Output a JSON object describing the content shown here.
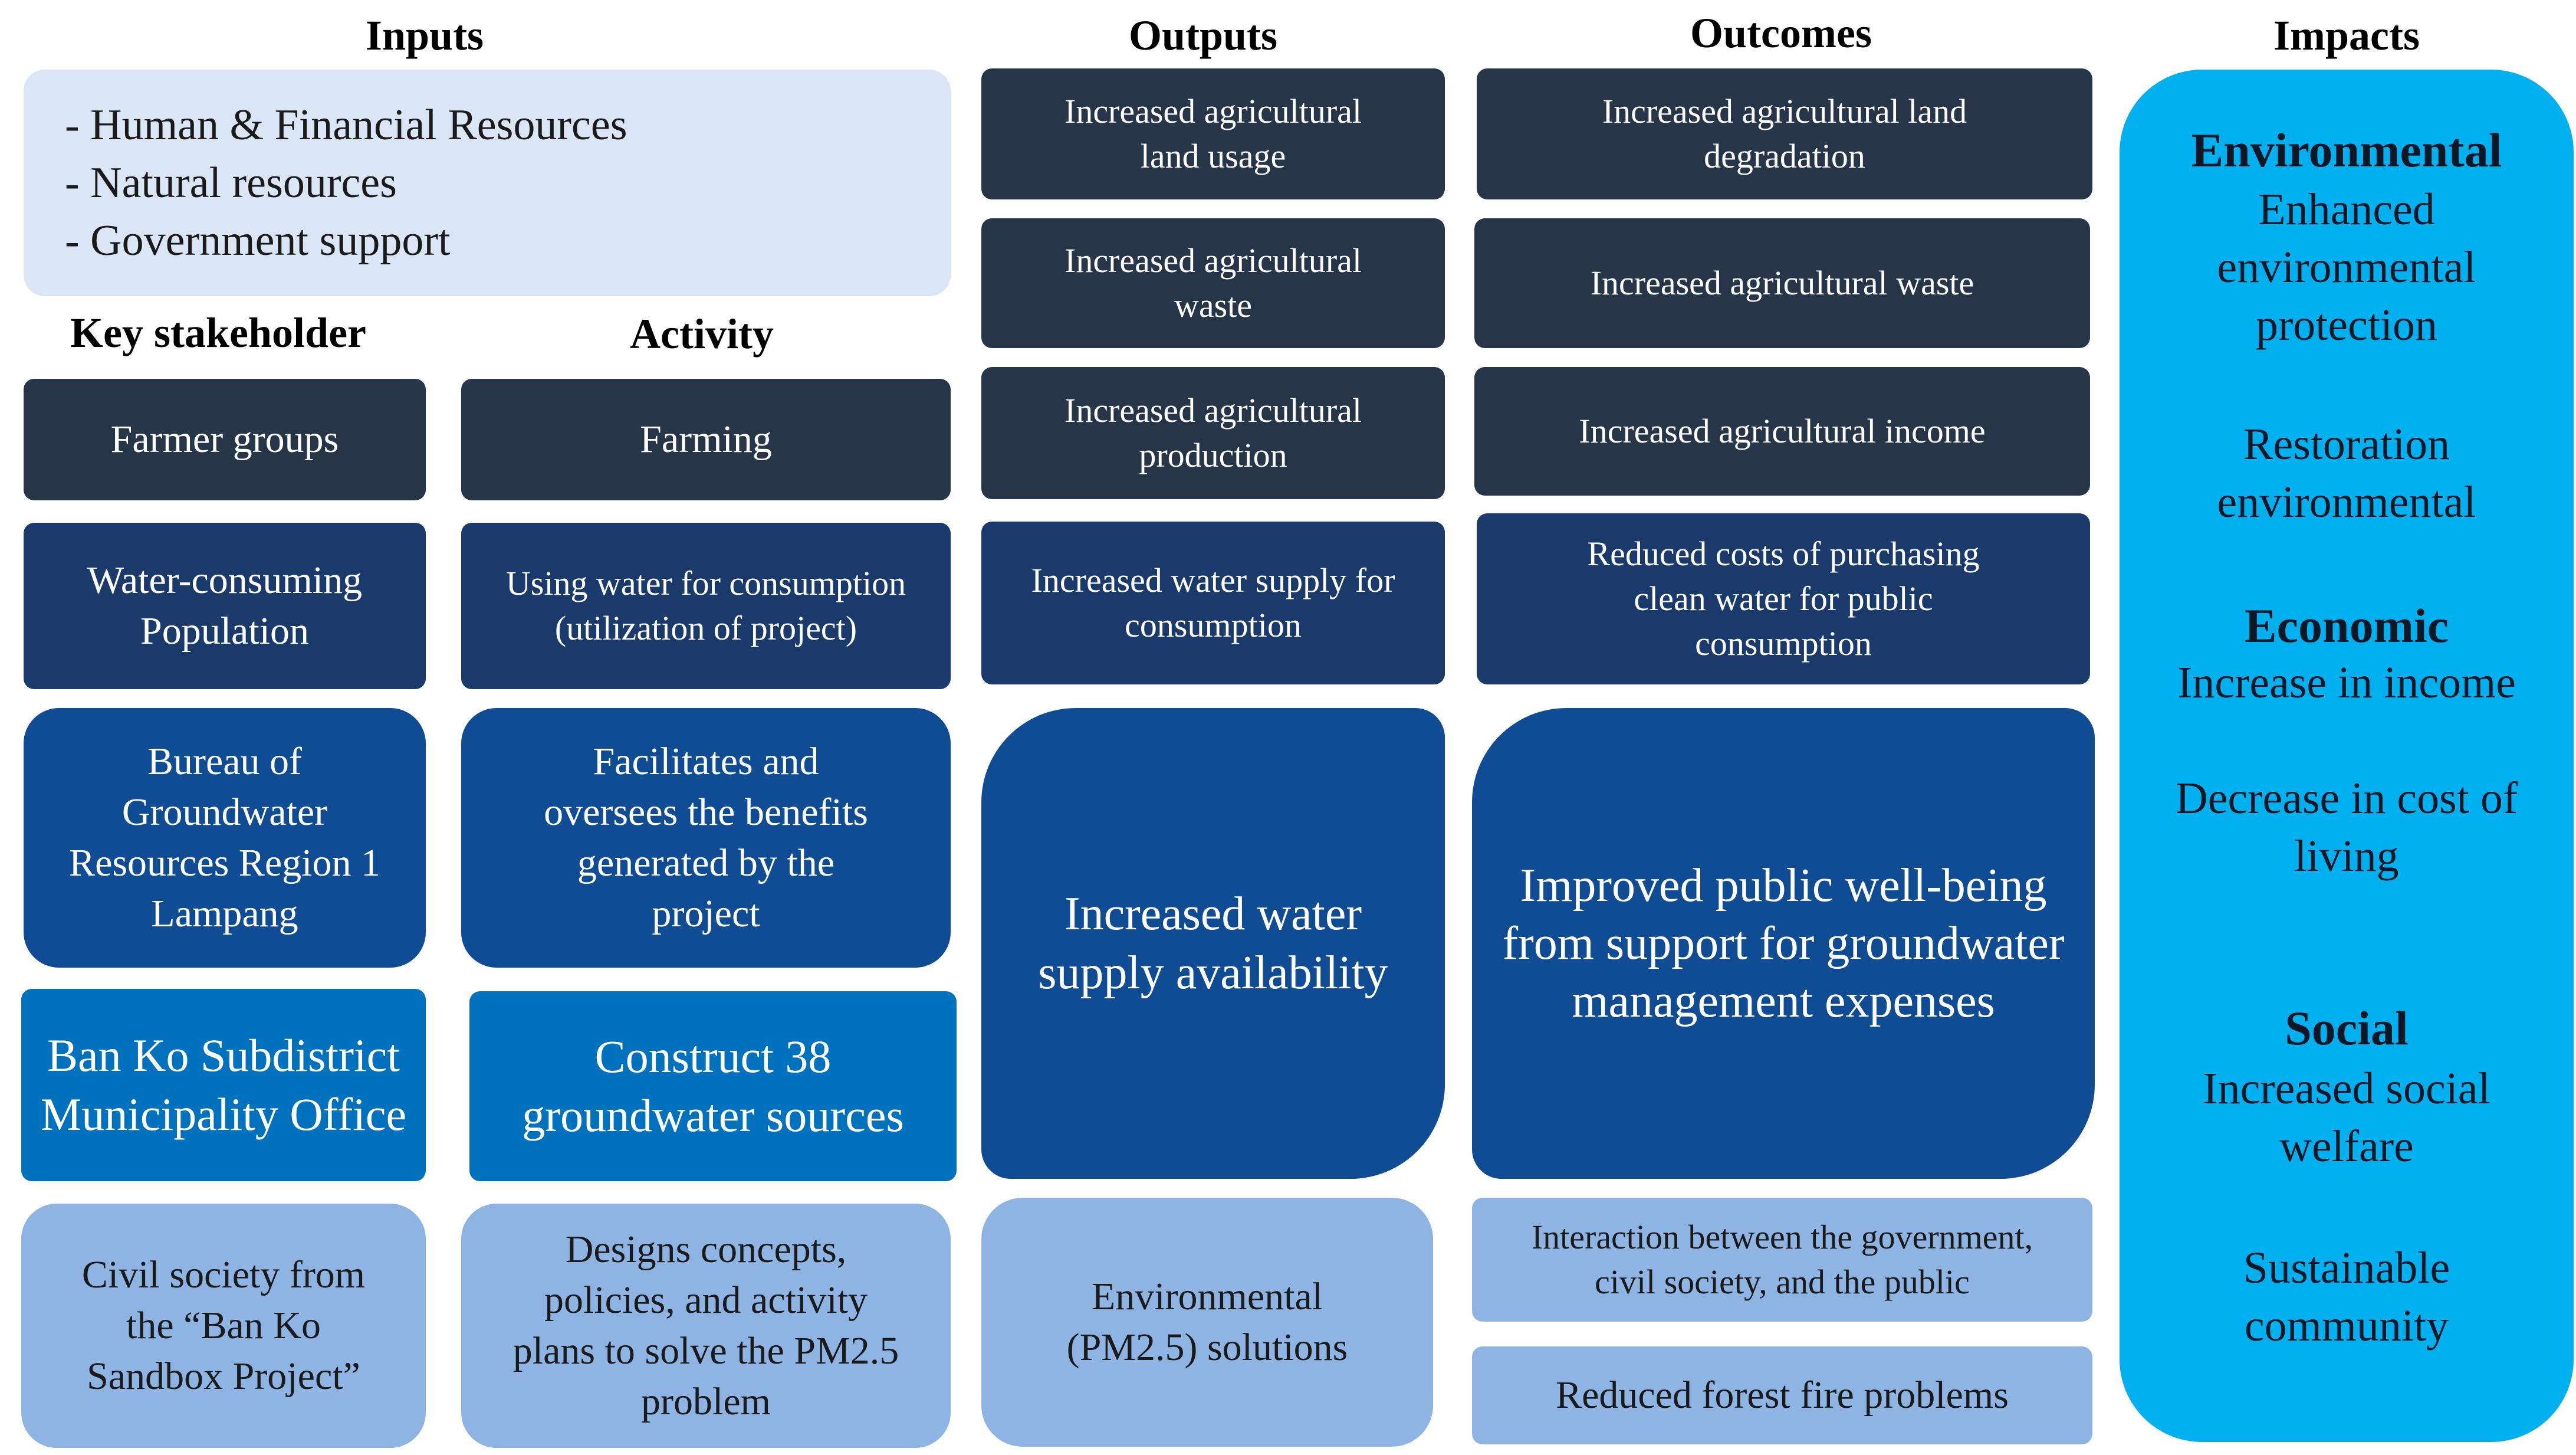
{
  "headers": {
    "inputs": "Inputs",
    "outputs": "Outputs",
    "outcomes": "Outcomes",
    "impacts": "Impacts",
    "key_stakeholder": "Key stakeholder",
    "activity": "Activity"
  },
  "inputs": {
    "items": [
      "- Human & Financial Resources",
      "- Natural resources",
      "- Government support"
    ]
  },
  "stakeholders": [
    "Farmer groups",
    "Water-consuming\nPopulation",
    "Bureau of\nGroundwater\nResources Region 1\nLampang",
    "Ban Ko Subdistrict\nMunicipality Office",
    "Civil society from\nthe “Ban Ko\nSandbox Project”"
  ],
  "activities": [
    "Farming",
    "Using water for consumption\n(utilization of project)",
    "Facilitates and\noversees the benefits\ngenerated by the\nproject",
    "Construct 38\ngroundwater sources",
    "Designs concepts,\npolicies, and activity\nplans to solve the PM2.5\nproblem"
  ],
  "outputs": [
    "Increased agricultural\nland usage",
    "Increased agricultural\nwaste",
    "Increased agricultural\nproduction",
    "Increased water supply for\nconsumption",
    "Increased water\nsupply availability",
    "Environmental\n(PM2.5) solutions"
  ],
  "outcomes": [
    "Increased agricultural land\ndegradation",
    "Increased agricultural waste",
    "Increased agricultural income",
    "Reduced costs of purchasing\nclean water for public\nconsumption",
    "Improved public well-being\nfrom support for groundwater\nmanagement expenses",
    "Interaction between the government,\ncivil society, and the public",
    "Reduced forest fire problems"
  ],
  "impacts": {
    "environmental": {
      "title": "Environmental",
      "items": [
        "Enhanced\nenvironmental\nprotection",
        "Restoration\nenvironmental"
      ]
    },
    "economic": {
      "title": "Economic",
      "items": [
        "Increase in income",
        "Decrease in cost of\nliving"
      ]
    },
    "social": {
      "title": "Social",
      "items": [
        "Increased social\nwelfare",
        "Sustainable\ncommunity"
      ]
    }
  },
  "colors": {
    "dark_slate": "#263648",
    "navy": "#1a3a6b",
    "mid_blue": "#0f4c94",
    "medium_blue": "#0072bd",
    "light_blue": "#8eb4e3",
    "inputs_bg": "#dae6f6",
    "impacts_bg": "#00b0ef"
  }
}
